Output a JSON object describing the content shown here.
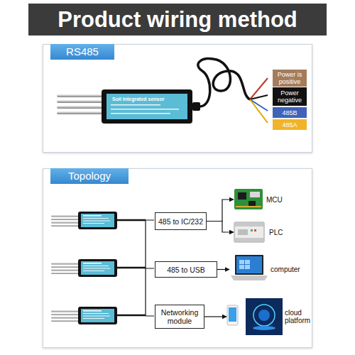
{
  "diagram": {
    "title": "Product wiring method",
    "nodes": [
      {
        "text": [
          "RS485"
        ]
      },
      {
        "text": [
          "Power is positive"
        ],
        "in": 0
      },
      {
        "text": [
          "Power negative"
        ],
        "in": 0
      },
      {
        "text": [
          "485B"
        ],
        "in": 0
      },
      {
        "text": [
          "485A"
        ],
        "in": 0
      },
      {
        "text": [
          "Topology"
        ]
      },
      {
        "text": [
          "485 to IC/232"
        ],
        "in": 5
      },
      {
        "text": [
          "485 to USB"
        ],
        "in": 5
      },
      {
        "text": [
          "Networking module"
        ],
        "in": 5
      },
      {
        "text": [
          "MCU"
        ],
        "in": 5
      },
      {
        "text": [
          "PLC"
        ],
        "in": 5
      },
      {
        "text": [
          "computer"
        ],
        "in": 5
      },
      {
        "text": [
          "cloud platform"
        ],
        "in": 5
      }
    ],
    "edges": [
      {
        "from": 6,
        "to": 9,
        "arrow": "to"
      },
      {
        "from": 6,
        "to": 10,
        "arrow": "to"
      },
      {
        "from": 7,
        "to": 11,
        "arrow": "to"
      },
      {
        "from": 8,
        "to": 12,
        "arrow": "to"
      }
    ],
    "labels": [
      "Soil integrated sensor"
    ]
  }
}
